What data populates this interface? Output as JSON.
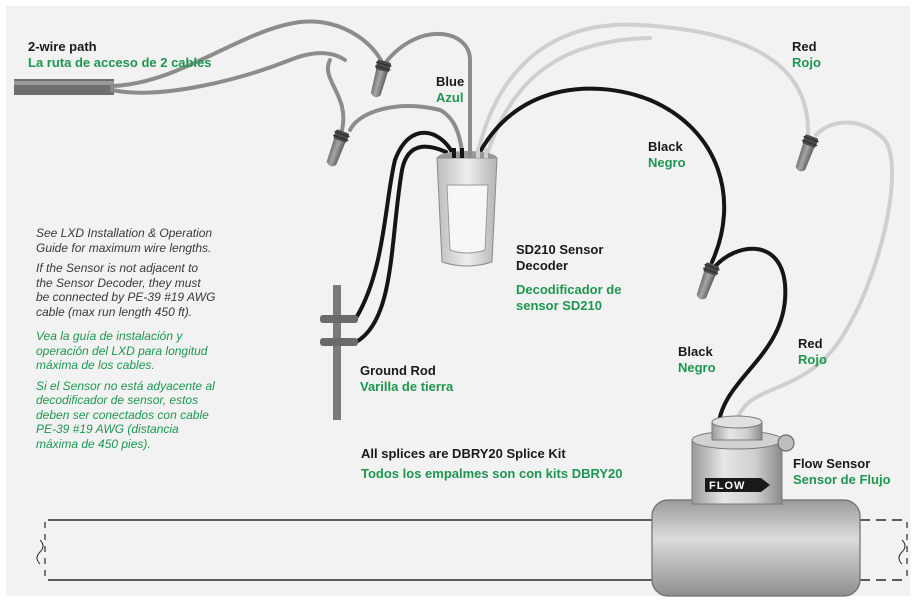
{
  "labels": {
    "two_wire": {
      "en": "2-wire path",
      "es": "La ruta de acceso de 2 cables"
    },
    "blue": {
      "en": "Blue",
      "es": "Azul"
    },
    "red_top": {
      "en": "Red",
      "es": "Rojo"
    },
    "black_top": {
      "en": "Black",
      "es": "Negro"
    },
    "decoder": {
      "en_1": "SD210 Sensor",
      "en_2": "Decoder",
      "es_1": "Decodificador de",
      "es_2": "sensor SD210"
    },
    "ground_rod": {
      "en": "Ground Rod",
      "es": "Varilla de tierra"
    },
    "black_bottom": {
      "en": "Black",
      "es": "Negro"
    },
    "red_bottom": {
      "en": "Red",
      "es": "Rojo"
    },
    "flow_sensor": {
      "en": "Flow Sensor",
      "es": "Sensor de Flujo"
    },
    "splices": {
      "en": "All splices are DBRY20 Splice Kit",
      "es": "Todos los empalmes son con kits DBRY20"
    },
    "flow_badge": "FLOW"
  },
  "notes": {
    "en_1": [
      "See LXD Installation & Operation",
      "Guide for maximum wire lengths."
    ],
    "en_2": [
      "If the Sensor is not adjacent to",
      "the Sensor Decoder, they must",
      "be connected by PE-39 #19 AWG",
      "cable (max run length 450 ft)."
    ],
    "es_1": [
      "Vea la guía de instalación y",
      "operación del LXD para longitud",
      "máxima de los cables."
    ],
    "es_2": [
      "Si el Sensor no está adyacente al",
      "decodificador de sensor, estos",
      "deben ser conectados con cable",
      "PE-39 #19 AWG (distancia",
      "máxima de 450 pies)."
    ]
  },
  "colors": {
    "label_english": "#1a1a1a",
    "label_spanish": "#1e9650",
    "wire_gray": "#8c8c8c",
    "wire_light": "#cfcfcf",
    "wire_black": "#151515",
    "panel": "#f2f2f2"
  }
}
